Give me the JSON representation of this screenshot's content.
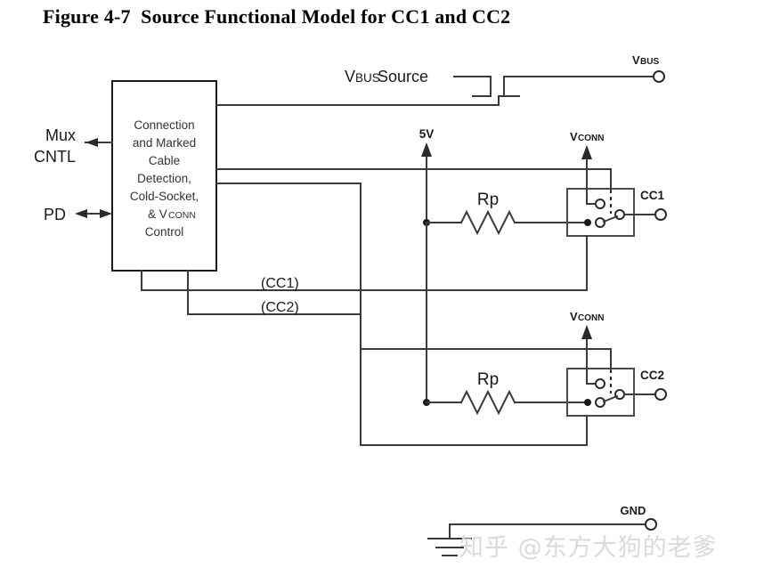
{
  "figure": {
    "title": "Figure 4-7  Source Functional Model for CC1 and CC2"
  },
  "control_block": {
    "name": "connection-control-block",
    "lines": [
      "Connection",
      "and Marked",
      "Cable",
      "Detection,",
      "Cold-Socket,",
      "& V",
      "CONN",
      "Control"
    ],
    "line1": "Connection",
    "line2": "and Marked",
    "line3": "Cable",
    "line4": "Detection,",
    "line5": "Cold-Socket,",
    "line6_prefix": "& V",
    "line6_sub": "CONN",
    "line7": "Control"
  },
  "left_ports": [
    {
      "label_top": "Mux",
      "label_bottom": "CNTL",
      "direction": "out"
    },
    {
      "label_top": "PD",
      "label_bottom": "",
      "direction": "bidirectional"
    }
  ],
  "left_port_mux_top": "Mux",
  "left_port_mux_bottom": "CNTL",
  "left_port_pd": "PD",
  "vbus_source": {
    "label_main": "V",
    "label_sub": "BUS",
    "label_tail": " Source"
  },
  "rails": {
    "vbus_main": "V",
    "vbus_sub": "BUS",
    "five_volt": "5V",
    "vconn_main": "V",
    "vconn_sub": "CONN",
    "gnd": "GND"
  },
  "resistors": [
    {
      "label": "Rp",
      "belongs_to": "CC1"
    },
    {
      "label": "Rp",
      "belongs_to": "CC2"
    }
  ],
  "resistor_rp1": "Rp",
  "resistor_rp2": "Rp",
  "cc_terminals": {
    "cc1": "CC1",
    "cc2": "CC2"
  },
  "cc_wire_labels": {
    "cc1": "(CC1)",
    "cc2": "(CC2)"
  },
  "watermark": {
    "text": "知乎 @东方大狗的老爹"
  },
  "colors": {
    "wire": "#3a3a3a",
    "outline": "#1a1a1a",
    "text": "#1a1a1a",
    "watermark": "#d8dade",
    "background": "#ffffff"
  }
}
